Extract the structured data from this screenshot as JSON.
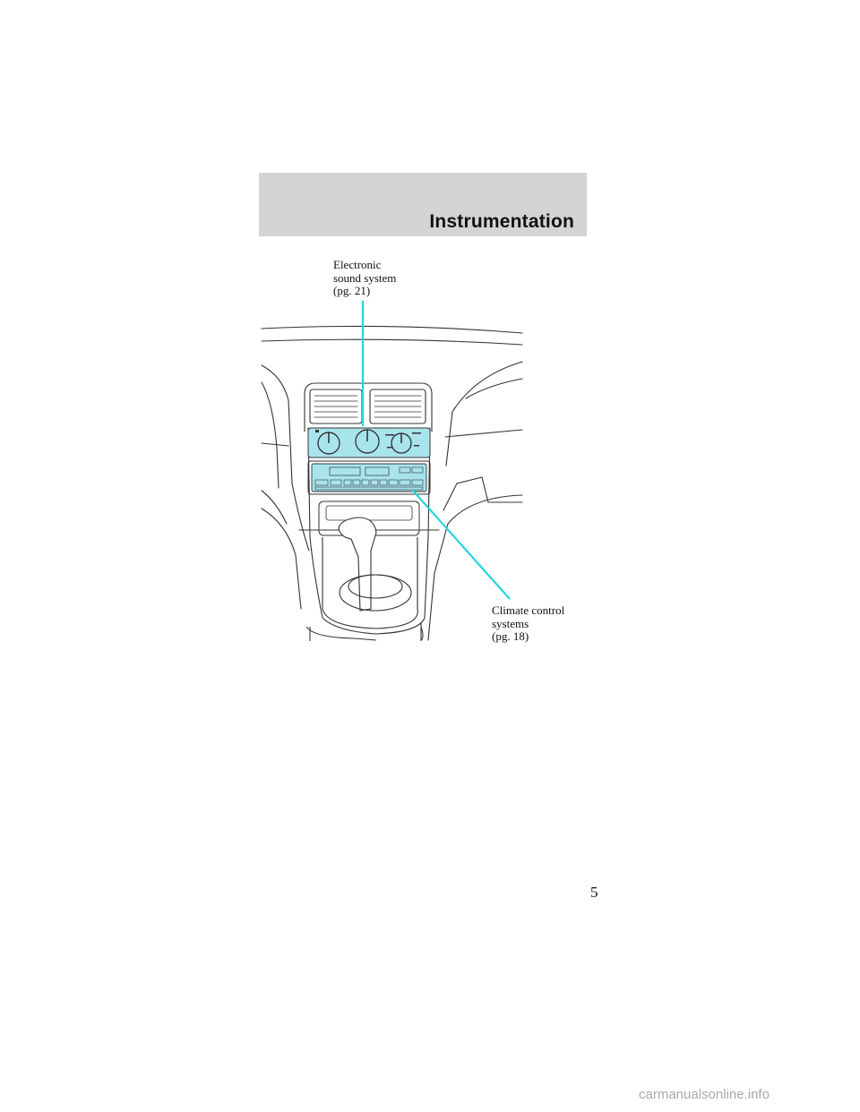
{
  "header": {
    "section_title": "Instrumentation"
  },
  "callouts": {
    "sound_system": {
      "line1": "Electronic",
      "line2": "sound system",
      "line3": "(pg. 21)"
    },
    "climate_control": {
      "line1": "Climate control",
      "line2": "systems",
      "line3": "(pg. 18)"
    }
  },
  "page": {
    "number": "5"
  },
  "watermark": "carmanualsonline.info",
  "colors": {
    "highlight": "#a8e4ec",
    "leader_line": "#22d6e0",
    "header_band": "#d4d4d4"
  }
}
